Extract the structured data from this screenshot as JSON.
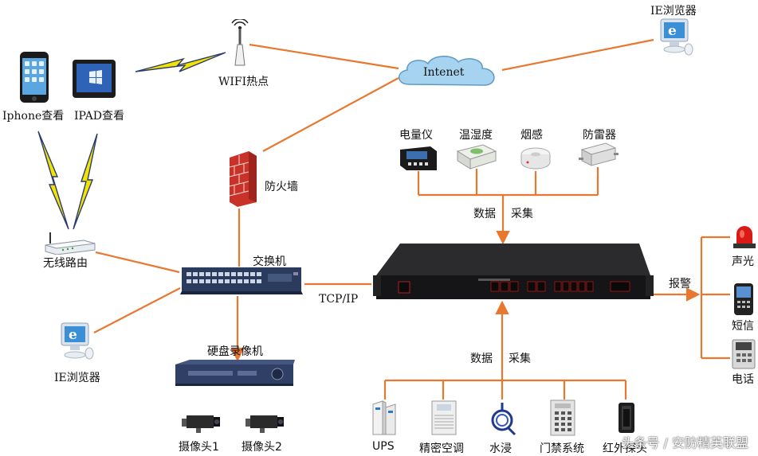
{
  "colors": {
    "wire": "#e8782f",
    "bolt": "#f2e300",
    "bolt_outline": "#2b3b70",
    "cloud": "#a6d3ef"
  },
  "labels": {
    "ie_top": "IE浏览器",
    "internet": "Intenet",
    "wifi": "WIFI热点",
    "iphone": "Iphone查看",
    "ipad": "IPAD查看",
    "firewall": "防火墙",
    "router": "无线路由",
    "switch": "交换机",
    "ie_left": "IE浏览器",
    "tcpip": "TCP/IP",
    "dvr": "硬盘录像机",
    "cam1": "摄像头1",
    "cam2": "摄像头2",
    "meter": "电量仪",
    "humidity": "温湿度",
    "smoke": "烟感",
    "lightning": "防雷器",
    "collect_top_a": "数据",
    "collect_top_b": "采集",
    "collect_bottom_a": "数据",
    "collect_bottom_b": "采集",
    "alarm": "报警",
    "sound_light": "声光",
    "sms": "短信",
    "phone": "电话",
    "ups": "UPS",
    "ac": "精密空调",
    "water": "水浸",
    "access": "门禁系统",
    "infrared": "红外探头"
  },
  "icons": {
    "ie": "ie-monitor-icon",
    "cloud": "cloud-icon",
    "wifi": "wifi-antenna-icon",
    "phone": "smartphone-icon",
    "tablet": "tablet-icon",
    "firewall": "brick-firewall-icon",
    "router": "router-icon",
    "switch": "network-switch-icon",
    "dvr": "dvr-icon",
    "camera": "cctv-camera-icon",
    "meter": "power-meter-icon",
    "sensor": "humidity-sensor-icon",
    "smoke": "smoke-detector-icon",
    "surge": "surge-protector-icon",
    "monitor_host": "monitoring-host-icon",
    "siren": "siren-icon",
    "mobile": "mobile-phone-icon",
    "intercom": "telephone-icon",
    "ups": "ups-icon",
    "ac": "air-conditioner-icon",
    "water": "water-sensor-icon",
    "keypad": "access-keypad-icon",
    "infrared": "infrared-detector-icon"
  },
  "watermark": "头条号 / 安防精英联盟"
}
